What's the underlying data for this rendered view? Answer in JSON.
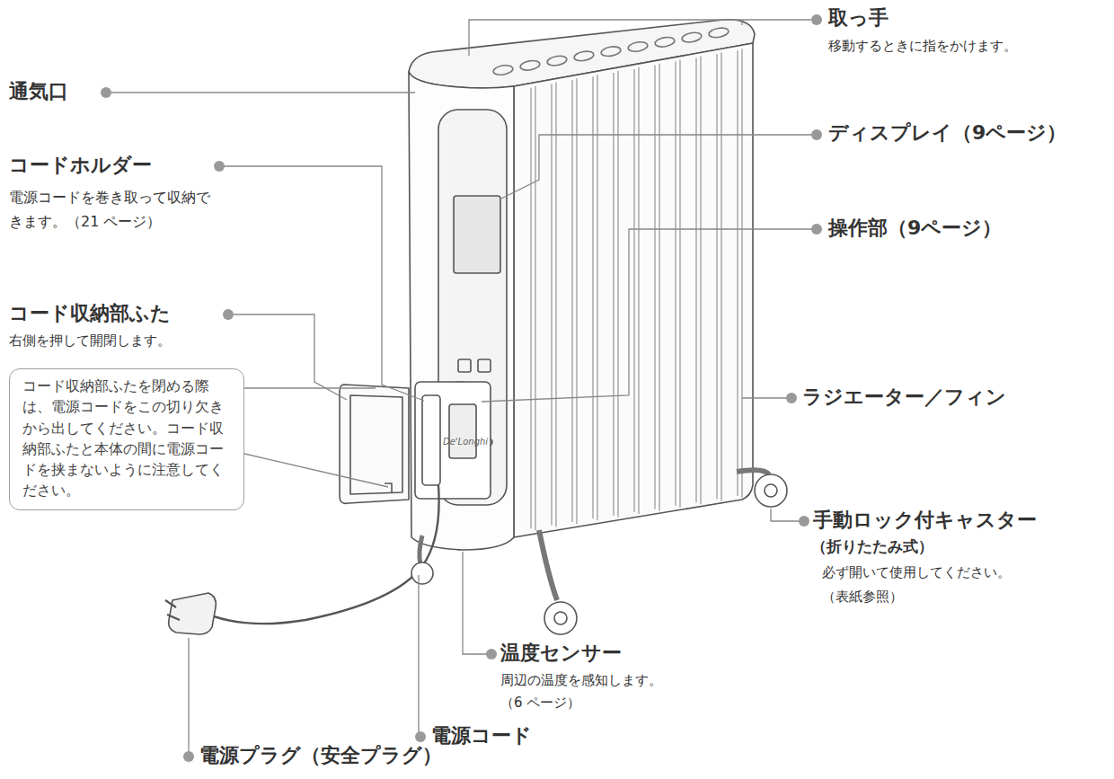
{
  "diagram": {
    "nodes": [
      {
        "text": [
          "コード収納部ふたを閉める際は、電源コードをこの切り欠きから出してください。コード収納部ふたと本体の間に電源コードを挟まないように注意してください。"
        ]
      }
    ],
    "labels": [
      "通気口",
      "取っ手",
      "移動するときに指をかけます。",
      "ディスプレイ（9ページ）",
      "コードホルダー",
      "電源コードを巻き取って収納できます。（21 ページ）",
      "操作部（9ページ）",
      "コード収納部ふた",
      "右側を押して開閉します。",
      "ラジエーター／フィン",
      "手動ロック付キャスター",
      "（折りたたみ式）",
      "必ず開いて使用してください。",
      "（表紙参照）",
      "温度センサー",
      "周辺の温度を感知します。",
      "（6 ページ）",
      "電源コード",
      "電源プラグ（安全プラグ）",
      "De'Longhi"
    ]
  }
}
